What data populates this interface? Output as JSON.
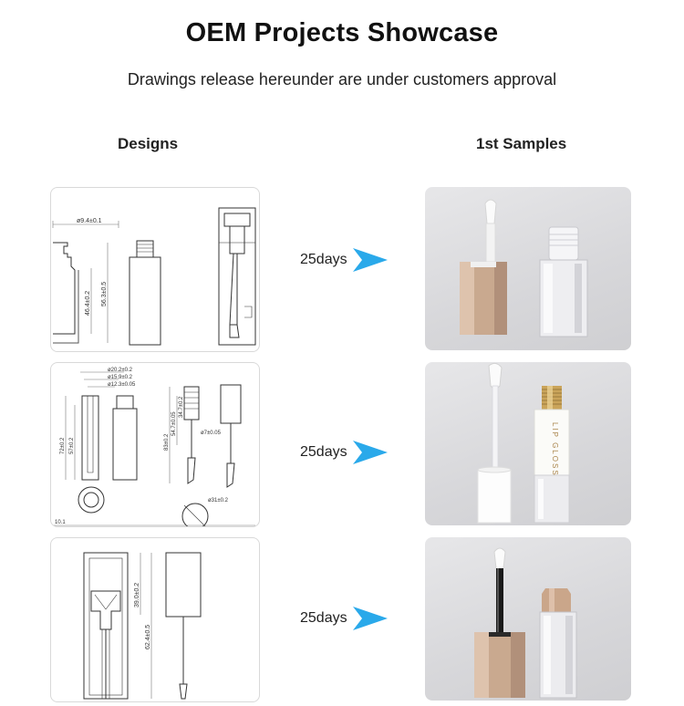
{
  "header": {
    "title": "OEM Projects Showcase",
    "subtitle": "Drawings release hereunder are under customers approval"
  },
  "columns": {
    "designs": "Designs",
    "samples": "1st Samples"
  },
  "projects": [
    {
      "days": "25days",
      "dims": [
        "ø9.4±0.1",
        "46.4±0.2",
        "56.3±0.5"
      ]
    },
    {
      "days": "25days",
      "dims": [
        "ø20.2±0.2",
        "ø15.9±0.2",
        "ø12.3±0.05",
        "72±0.2",
        "57±0.2",
        "83±0.2",
        "54.7±0.05",
        "34.7±0.2",
        "ø7±0.05",
        "ø31±0.2",
        "10.1"
      ],
      "sample_label": "LIP GLOSS"
    },
    {
      "days": "25days",
      "dims": [
        "39.0±0.2",
        "62.4±0.5"
      ]
    }
  ],
  "colors": {
    "arrow": "#2aa9ea",
    "rose_gold": "#c9a98f",
    "gold_collar": "#caa45a"
  }
}
